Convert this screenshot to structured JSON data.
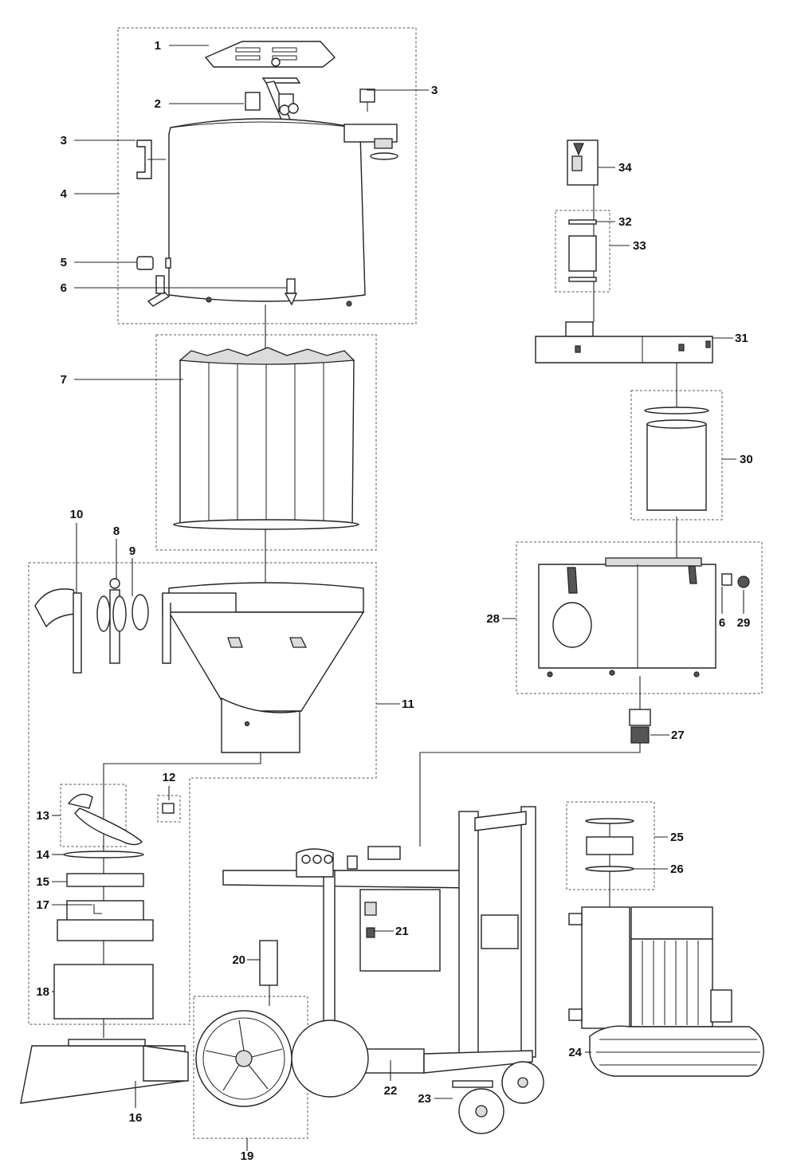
{
  "diagram": {
    "labels": [
      {
        "id": "1",
        "text": "1"
      },
      {
        "id": "2",
        "text": "2"
      },
      {
        "id": "3a",
        "text": "3"
      },
      {
        "id": "3b",
        "text": "3"
      },
      {
        "id": "4",
        "text": "4"
      },
      {
        "id": "5",
        "text": "5"
      },
      {
        "id": "6a",
        "text": "6"
      },
      {
        "id": "6b",
        "text": "6"
      },
      {
        "id": "7",
        "text": "7"
      },
      {
        "id": "8",
        "text": "8"
      },
      {
        "id": "9",
        "text": "9"
      },
      {
        "id": "10",
        "text": "10"
      },
      {
        "id": "11",
        "text": "11"
      },
      {
        "id": "12",
        "text": "12"
      },
      {
        "id": "13",
        "text": "13"
      },
      {
        "id": "14",
        "text": "14"
      },
      {
        "id": "15",
        "text": "15"
      },
      {
        "id": "16",
        "text": "16"
      },
      {
        "id": "17",
        "text": "17"
      },
      {
        "id": "18",
        "text": "18"
      },
      {
        "id": "19",
        "text": "19"
      },
      {
        "id": "20",
        "text": "20"
      },
      {
        "id": "21",
        "text": "21"
      },
      {
        "id": "22",
        "text": "22"
      },
      {
        "id": "23",
        "text": "23"
      },
      {
        "id": "24",
        "text": "24"
      },
      {
        "id": "25",
        "text": "25"
      },
      {
        "id": "26",
        "text": "26"
      },
      {
        "id": "27",
        "text": "27"
      },
      {
        "id": "28",
        "text": "28"
      },
      {
        "id": "29",
        "text": "29"
      },
      {
        "id": "30",
        "text": "30"
      },
      {
        "id": "31",
        "text": "31"
      },
      {
        "id": "32",
        "text": "32"
      },
      {
        "id": "33",
        "text": "33"
      },
      {
        "id": "34",
        "text": "34"
      }
    ]
  }
}
